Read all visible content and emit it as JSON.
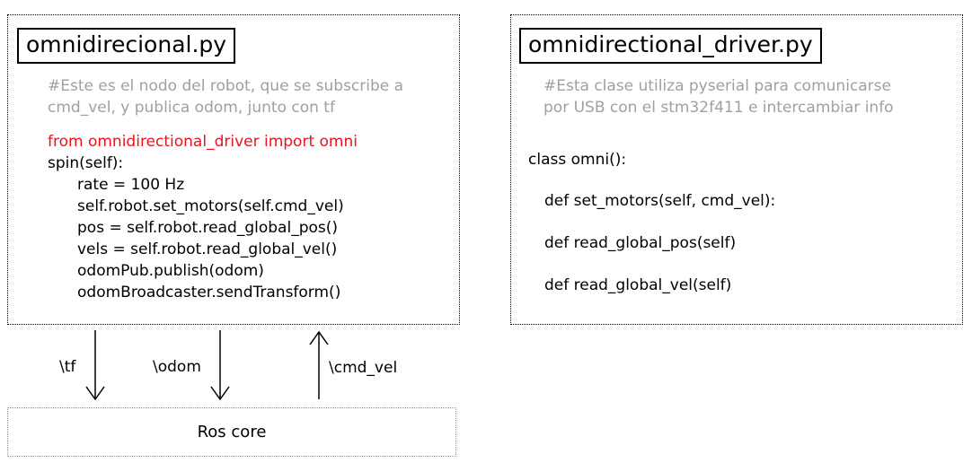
{
  "left_node": {
    "title": "omnidirecional.py",
    "comment": [
      "#Este es el nodo del robot, que se subscribe a",
      "cmd_vel, y publica odom, junto con tf"
    ],
    "import_line": "from omnidirectional_driver import omni",
    "function_header": "spin(self):",
    "function_body": [
      "rate = 100 Hz",
      "self.robot.set_motors(self.cmd_vel)",
      "pos = self.robot.read_global_pos()",
      "vels = self.robot.read_global_vel()",
      "odomPub.publish(odom)",
      "odomBroadcaster.sendTransform()"
    ]
  },
  "right_node": {
    "title": "omnidirectional_driver.py",
    "comment": [
      "#Esta clase utiliza pyserial para comunicarse",
      "por USB con el stm32f411 e intercambiar info"
    ],
    "class_header": "class omni():",
    "methods": [
      "def set_motors(self, cmd_vel):",
      "def read_global_pos(self)",
      "def read_global_vel(self)"
    ]
  },
  "topics": [
    {
      "label": "\\tf",
      "direction": "down"
    },
    {
      "label": "\\odom",
      "direction": "down"
    },
    {
      "label": "\\cmd_vel",
      "direction": "up"
    }
  ],
  "ros_core": {
    "label": "Ros core"
  },
  "colors": {
    "comment": "#a0a0a0",
    "import": "#e8141c",
    "text": "#000000"
  }
}
